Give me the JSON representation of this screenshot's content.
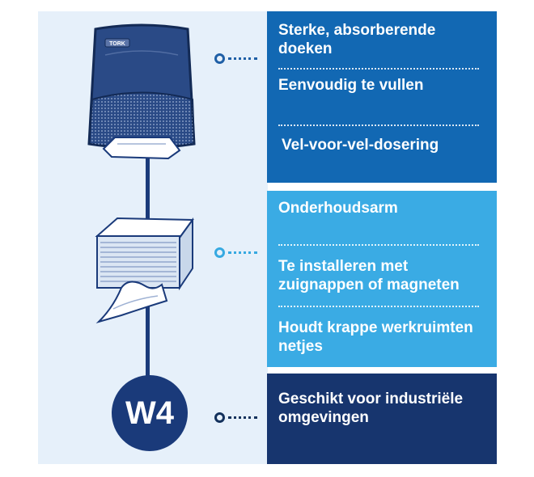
{
  "brand": {
    "logo_text": "TORK"
  },
  "badge": {
    "label": "W4"
  },
  "colors": {
    "panel_bg": "#e6f0fa",
    "navy": "#1a3a7a",
    "box_1": "#1268b3",
    "box_2": "#3aabe4",
    "box_3": "#17356e"
  },
  "groups": [
    {
      "features": [
        "Sterke, absorberende doeken",
        "Eenvoudig te vullen",
        "Vel-voor-vel-dosering"
      ]
    },
    {
      "features": [
        "Onderhoudsarm",
        "Te installeren met zuignappen of magneten",
        "Houdt krappe werkruimten netjes"
      ]
    },
    {
      "features": [
        "Geschikt voor industriële omgevingen"
      ]
    }
  ]
}
